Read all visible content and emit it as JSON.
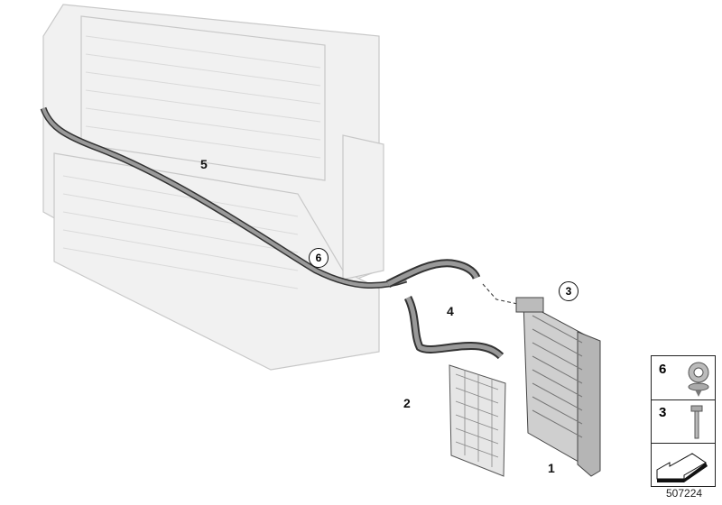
{
  "callouts": {
    "part1": "1",
    "part2": "2",
    "part3": "3",
    "part4": "4",
    "part5": "5",
    "part6": "6"
  },
  "legend": {
    "rows": [
      {
        "number": "6",
        "icon": "clip-icon"
      },
      {
        "number": "3",
        "icon": "bolt-icon"
      },
      {
        "number": "",
        "icon": "direction-arrow-icon"
      }
    ]
  },
  "diagram_id": "507224"
}
